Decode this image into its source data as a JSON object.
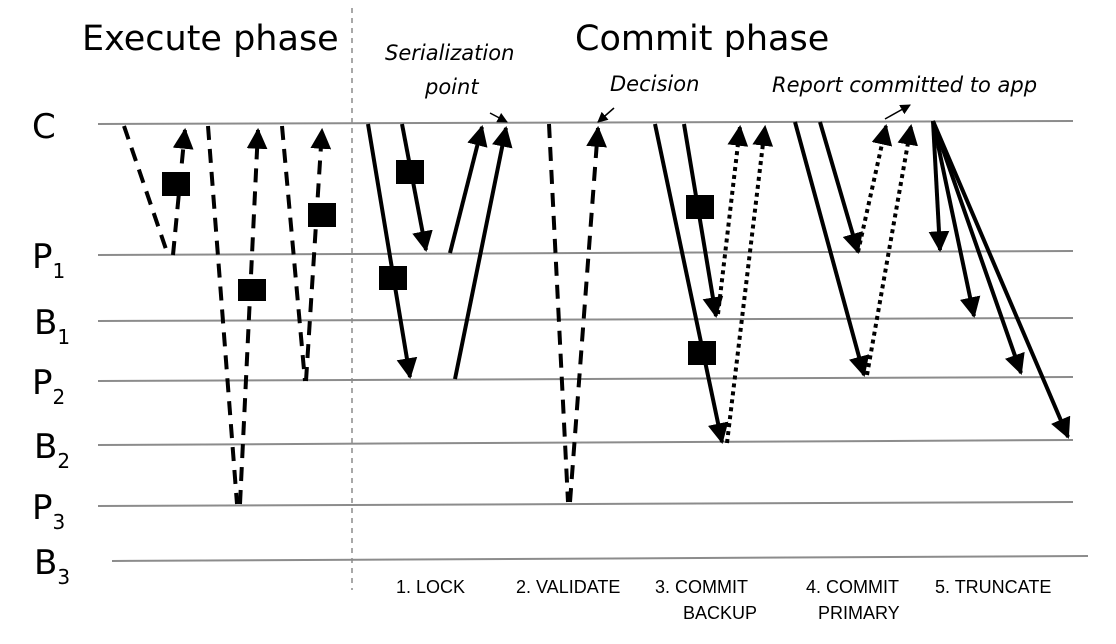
{
  "phases": {
    "execute": "Execute phase",
    "commit": "Commit phase"
  },
  "rows": [
    {
      "main": "C",
      "sub": ""
    },
    {
      "main": "P",
      "sub": "1"
    },
    {
      "main": "B",
      "sub": "1"
    },
    {
      "main": "P",
      "sub": "2"
    },
    {
      "main": "B",
      "sub": "2"
    },
    {
      "main": "P",
      "sub": "3"
    },
    {
      "main": "B",
      "sub": "3"
    }
  ],
  "annotations": {
    "serialization_line1": "Serialization",
    "serialization_line2": "point",
    "decision": "Decision",
    "report": "Report committed to app"
  },
  "steps": {
    "lock": "1. LOCK",
    "validate": "2. VALIDATE",
    "commit_backup_line1": "3. COMMIT",
    "commit_backup_line2": "BACKUP",
    "commit_primary_line1": "4. COMMIT",
    "commit_primary_line2": "PRIMARY",
    "truncate": "5. TRUNCATE"
  }
}
